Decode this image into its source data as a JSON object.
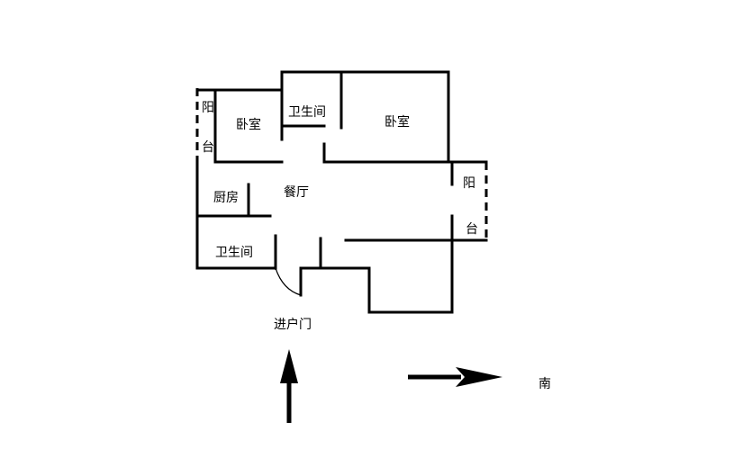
{
  "rooms": {
    "bedroom_left": "卧室",
    "bathroom_top": "卫生间",
    "bedroom_right": "卧室",
    "balcony_left": [
      "阳",
      "台"
    ],
    "balcony_right": [
      "阳",
      "台"
    ],
    "dining": "餐厅",
    "kitchen": "厨房",
    "bathroom_bottom": "卫生间"
  },
  "entrance_label": "进户门",
  "compass_label": "南"
}
